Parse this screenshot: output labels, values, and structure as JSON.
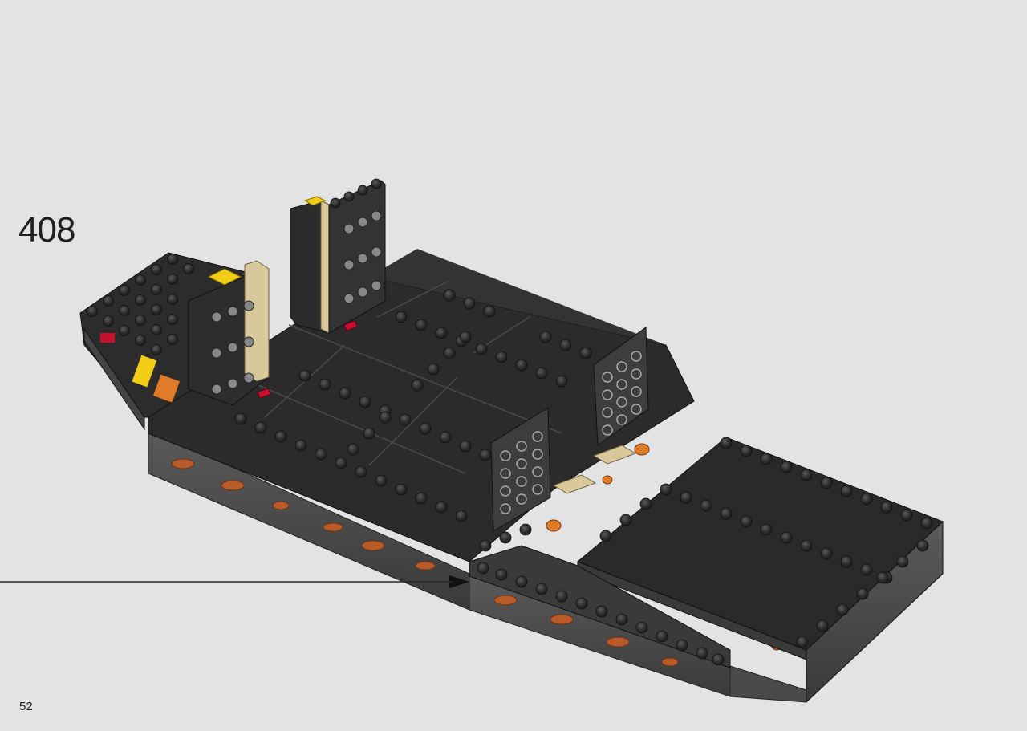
{
  "instructions": {
    "step_number": "408",
    "page_number": "52"
  },
  "colors": {
    "background": "#e3e3e3",
    "plate_dark": "#2b2b2b",
    "plate_edge": "#3c3c3c",
    "stud": "#333333",
    "stud_highlight": "#555555",
    "accent_orange": "#e07b2a",
    "accent_yellow": "#f2cd15",
    "accent_red": "#c8102e",
    "accent_tan": "#d9c89a",
    "arrow": "#111111"
  },
  "illustration": {
    "subject": "lego-build-assembly",
    "callout": "insertion-arrow"
  }
}
